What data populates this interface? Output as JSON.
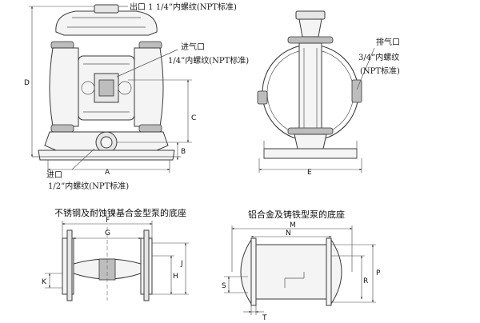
{
  "callouts": {
    "outlet": "出口 1 1/4”内螺纹(NPT标准)",
    "air_inlet_title": "进气口",
    "air_inlet_spec": "1/4”内螺纹(NPT标准)",
    "exhaust_title": "排气口",
    "exhaust_spec_1": "3/4”内螺纹",
    "exhaust_spec_2": "(NPT标准)",
    "inlet_title": "进口",
    "inlet_spec": "1/2”内螺纹(NPT标准)"
  },
  "captions": {
    "stainless_base": "不锈钢及耐蚀镍基合金型泵的底座",
    "aluminum_base": "铝合金及铸铁型泵的底座"
  },
  "dimensions": {
    "A": "A",
    "B": "B",
    "C": "C",
    "D": "D",
    "E": "E",
    "F": "F",
    "G": "G",
    "H": "H",
    "J": "J",
    "K": "K",
    "M": "M",
    "N": "N",
    "P": "P",
    "R": "R",
    "S": "S",
    "T": "T"
  }
}
